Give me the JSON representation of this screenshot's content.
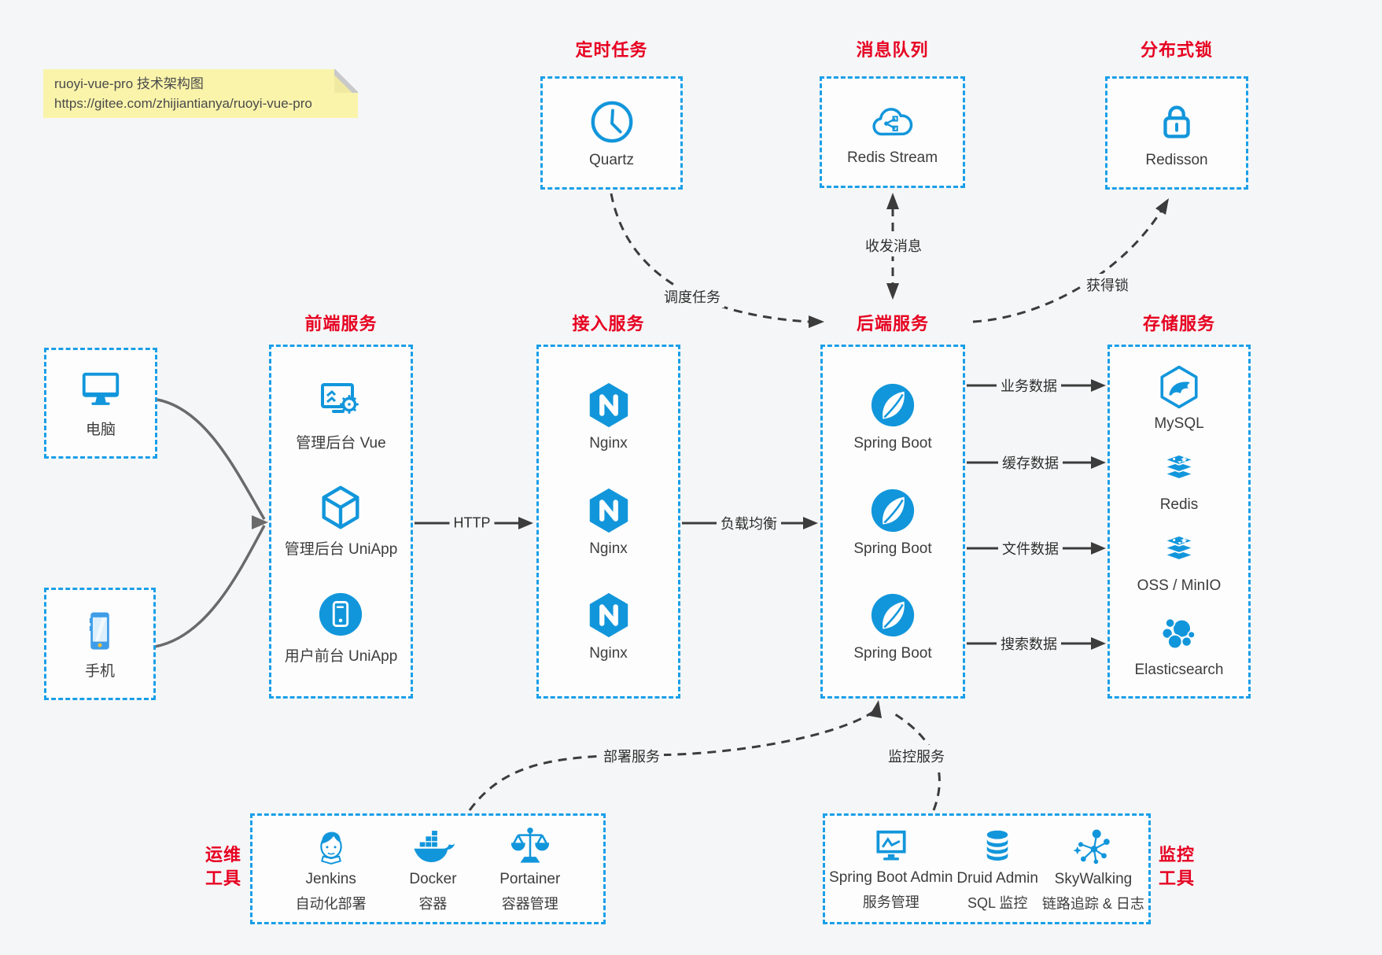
{
  "note": {
    "line1": "ruoyi-vue-pro 技术架构图",
    "line2": "https://gitee.com/zhijiantianya/ruoyi-vue-pro"
  },
  "colors": {
    "accent_blue": "#1296db",
    "border_blue": "#1a9fe8",
    "title_red": "#e60021",
    "arrow_dark": "#3c3c3c",
    "arrow_gray": "#6a6a6a",
    "note_bg": "#faf4ab",
    "canvas_bg": "#f5f6f7"
  },
  "top_groups": [
    {
      "id": "scheduled-task",
      "title": "定时任务",
      "item": {
        "label": "Quartz",
        "icon": "clock-icon"
      }
    },
    {
      "id": "message-queue",
      "title": "消息队列",
      "item": {
        "label": "Redis Stream",
        "icon": "cloud-stream-icon"
      }
    },
    {
      "id": "distributed-lock",
      "title": "分布式锁",
      "item": {
        "label": "Redisson",
        "icon": "lock-icon"
      }
    }
  ],
  "clients": [
    {
      "label": "电脑",
      "icon": "desktop-icon"
    },
    {
      "label": "手机",
      "icon": "phone-icon"
    }
  ],
  "columns": [
    {
      "id": "frontend",
      "title": "前端服务",
      "items": [
        {
          "label": "管理后台 Vue",
          "icon": "admin-vue-icon"
        },
        {
          "label": "管理后台 UniApp",
          "icon": "cube-icon"
        },
        {
          "label": "用户前台 UniApp",
          "icon": "user-app-icon"
        }
      ]
    },
    {
      "id": "gateway",
      "title": "接入服务",
      "items": [
        {
          "label": "Nginx",
          "icon": "nginx-icon"
        },
        {
          "label": "Nginx",
          "icon": "nginx-icon"
        },
        {
          "label": "Nginx",
          "icon": "nginx-icon"
        }
      ]
    },
    {
      "id": "backend",
      "title": "后端服务",
      "items": [
        {
          "label": "Spring Boot",
          "icon": "spring-icon"
        },
        {
          "label": "Spring Boot",
          "icon": "spring-icon"
        },
        {
          "label": "Spring Boot",
          "icon": "spring-icon"
        }
      ]
    },
    {
      "id": "storage",
      "title": "存储服务",
      "items": [
        {
          "label": "MySQL",
          "icon": "mysql-icon"
        },
        {
          "label": "Redis",
          "icon": "redis-stack-icon"
        },
        {
          "label": "OSS / MinIO",
          "icon": "storage-stack-icon"
        },
        {
          "label": "Elasticsearch",
          "icon": "elasticsearch-icon"
        }
      ]
    }
  ],
  "edges": {
    "http": "HTTP",
    "load_balance": "负载均衡",
    "business_data": "业务数据",
    "cache_data": "缓存数据",
    "file_data": "文件数据",
    "search_data": "搜索数据",
    "schedule_task": "调度任务",
    "send_receive_msg": "收发消息",
    "acquire_lock": "获得锁",
    "deploy_service": "部署服务",
    "monitor_service": "监控服务"
  },
  "bottom_groups": [
    {
      "id": "ops-tools",
      "title_lines": [
        "运维",
        "工具"
      ],
      "items": [
        {
          "label": "Jenkins",
          "sublabel": "自动化部署",
          "icon": "jenkins-icon"
        },
        {
          "label": "Docker",
          "sublabel": "容器",
          "icon": "docker-icon"
        },
        {
          "label": "Portainer",
          "sublabel": "容器管理",
          "icon": "portainer-icon"
        }
      ]
    },
    {
      "id": "monitor-tools",
      "title_lines": [
        "监控",
        "工具"
      ],
      "items": [
        {
          "label": "Spring Boot Admin",
          "sublabel": "服务管理",
          "icon": "sba-icon"
        },
        {
          "label": "Druid Admin",
          "sublabel": "SQL 监控",
          "icon": "druid-icon"
        },
        {
          "label": "SkyWalking",
          "sublabel": "链路追踪 & 日志",
          "icon": "skywalking-icon"
        }
      ]
    }
  ]
}
